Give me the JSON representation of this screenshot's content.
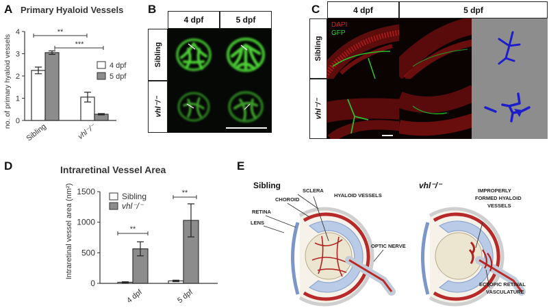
{
  "panel_letters": {
    "a": "A",
    "b": "B",
    "c": "C",
    "d": "D",
    "e": "E"
  },
  "panel_a": {
    "title": "Primary Hyaloid Vessels",
    "ylabel": "no. of primary hyaloid vessels",
    "yticks": [
      "0",
      "1",
      "2",
      "3",
      "4"
    ],
    "categories": [
      "Sibling",
      "vhl⁻/⁻"
    ],
    "legend": [
      "4 dpf",
      "5 dpf"
    ],
    "sig_labels": [
      "**",
      "***"
    ]
  },
  "panel_b": {
    "col_labels": [
      "4 dpf",
      "5 dpf"
    ],
    "row_labels": [
      "Sibling",
      "vhl⁻/⁻"
    ]
  },
  "panel_c": {
    "col_labels": [
      "4 dpf",
      "5 dpf"
    ],
    "row_labels": [
      "Sibling",
      "vhl⁻/⁻"
    ],
    "channels": [
      "DAPI",
      "GFP"
    ],
    "channel_colors": [
      "#e02020",
      "#2fd02f"
    ]
  },
  "panel_d": {
    "title": "Intraretinal Vessel Area",
    "ylabel": "Intraretinal vessel area (nm²)",
    "yticks": [
      "0",
      "500",
      "1000",
      "1500"
    ],
    "categories": [
      "4 dpf",
      "5 dpf"
    ],
    "legend": [
      "Sibling",
      "vhl⁻/⁻"
    ],
    "sig_labels": [
      "**",
      "**"
    ]
  },
  "panel_e": {
    "left_title": "Sibling",
    "right_title": "vhl⁻/⁻",
    "left_labels": [
      "SCLERA",
      "CHOROID",
      "HYALOID VESSELS",
      "RETINA",
      "LENS",
      "OPTIC NERVE"
    ],
    "right_labels": [
      "IMPROPERLY",
      "FORMED HYALOID",
      "VESSELS",
      "ECTOPIC RETINAL",
      "VASCULATURE"
    ]
  },
  "chart_data": [
    {
      "type": "bar",
      "title": "Primary Hyaloid Vessels",
      "ylabel": "no. of primary hyaloid vessels",
      "categories": [
        "Sibling",
        "vhl-/-"
      ],
      "series": [
        {
          "name": "4 dpf",
          "values": [
            2.25,
            1.05
          ],
          "errors": [
            0.15,
            0.22
          ],
          "color": "#ffffff"
        },
        {
          "name": "5 dpf",
          "values": [
            3.05,
            0.28
          ],
          "errors": [
            0.08,
            0.03
          ],
          "color": "#8c8c8c"
        }
      ],
      "ylim": [
        0,
        4
      ],
      "significance": [
        {
          "label": "**",
          "from": "Sibling 4 dpf",
          "to": "vhl-/- 4 dpf"
        },
        {
          "label": "***",
          "from": "Sibling 5 dpf",
          "to": "vhl-/- 5 dpf"
        }
      ],
      "legend_position": "right"
    },
    {
      "type": "bar",
      "title": "Intraretinal Vessel Area",
      "ylabel": "Intraretinal vessel area (nm2)",
      "categories": [
        "4 dpf",
        "5 dpf"
      ],
      "series": [
        {
          "name": "Sibling",
          "values": [
            18,
            40
          ],
          "errors": [
            8,
            12
          ],
          "color": "#ffffff"
        },
        {
          "name": "vhl-/-",
          "values": [
            565,
            1030
          ],
          "errors": [
            115,
            270
          ],
          "color": "#8c8c8c"
        }
      ],
      "ylim": [
        0,
        1500
      ],
      "significance": [
        {
          "label": "**",
          "category": "4 dpf"
        },
        {
          "label": "**",
          "category": "5 dpf"
        }
      ],
      "legend_position": "top-left"
    }
  ]
}
